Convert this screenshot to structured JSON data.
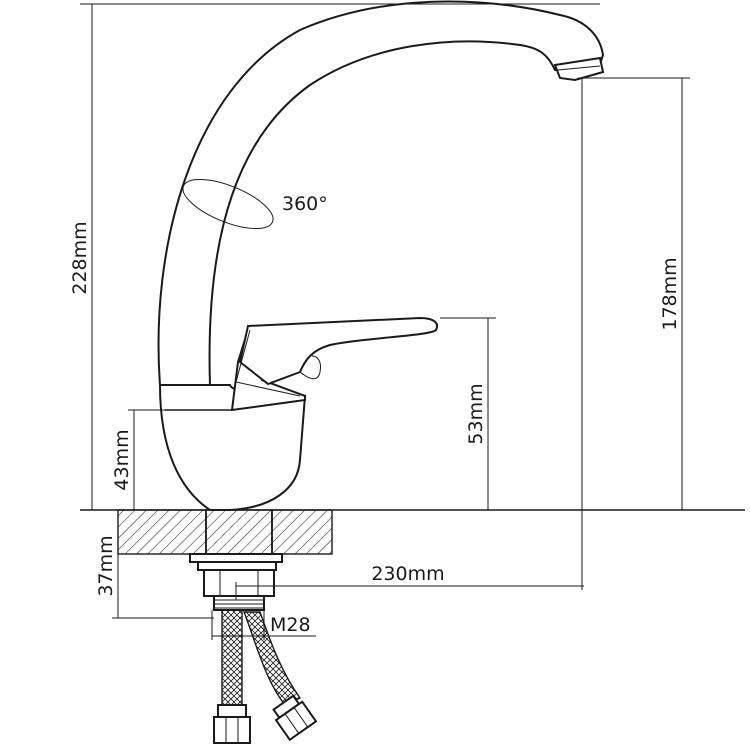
{
  "drawing": {
    "dimensions": {
      "total_height": "228mm",
      "spout_height": "178mm",
      "handle_height": "53mm",
      "base_height": "43mm",
      "shank_length": "37mm",
      "spout_reach": "230mm",
      "thread": "M28",
      "rotation": "360°"
    }
  }
}
